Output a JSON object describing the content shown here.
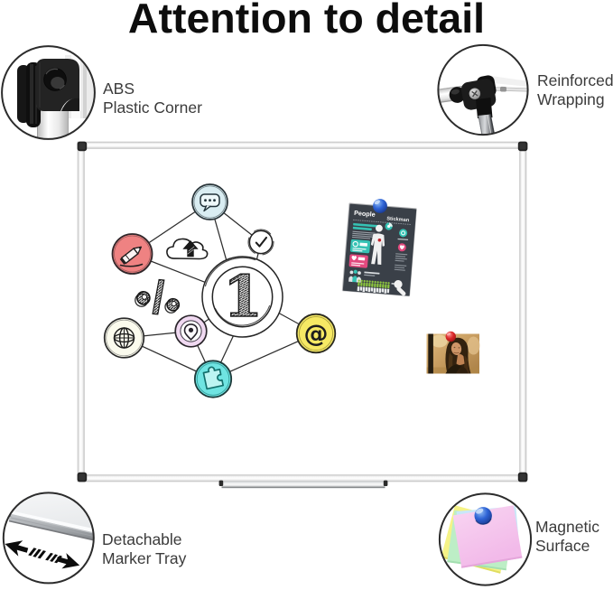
{
  "page": {
    "title": "Attention to detail",
    "background_color": "#ffffff",
    "title_color": "#0d0d0d",
    "label_color": "#3b3b3b"
  },
  "callouts": [
    {
      "id": "abs-plastic-corner",
      "position": "top-left",
      "line1": "ABS",
      "line2": "Plastic Corner",
      "icon": "abs-corner-macro-photo-circle"
    },
    {
      "id": "reinforced-wrapping",
      "position": "top-right",
      "line1": "Reinforced",
      "line2": "Wrapping",
      "icon": "reinforced-corner-macro-photo-circle"
    },
    {
      "id": "detachable-marker-tray",
      "position": "bottom-left",
      "line1": "Detachable",
      "line2": "Marker Tray",
      "icon": "marker-tray-macro-photo-circle"
    },
    {
      "id": "magnetic-surface",
      "position": "bottom-right",
      "line1": "Magnetic",
      "line2": "Surface",
      "icon": "sticky-notes-magnet-photo-circle"
    }
  ],
  "whiteboard": {
    "frame_color": "#e6e6e6",
    "corner_block_color": "#262626",
    "surface_color": "#ffffff",
    "marker_tray": {
      "present": true
    },
    "doodle": {
      "at_char": "@",
      "one_char": "1",
      "node_colors": {
        "speech_bubble": "#d9edf2",
        "pencil": "#ef8282",
        "check": "#ffffff",
        "one": "#ffffff",
        "globe": "#fbfbee",
        "pin": "#f0d9f1",
        "puzzle": "#6fe4e2",
        "at": "#f6e964"
      },
      "icons": [
        "speech-bubble-icon",
        "pencil-icon",
        "cloud-upload-icon",
        "check-icon",
        "number-one",
        "percent-doodle",
        "globe-icon",
        "location-pin-icon",
        "puzzle-icon",
        "at-sign-icon"
      ]
    },
    "poster": {
      "title_left": "People",
      "title_right": "Stickman",
      "bg_color": "#3a4048",
      "teal": "#35c2b4",
      "pink": "#e2497e",
      "green": "#8dc63f",
      "magnet_color": "blue"
    },
    "photo": {
      "subject": "woman with long hair",
      "magnet_color": "red"
    }
  },
  "sticky_notes": {
    "pink": "#f5c3ec",
    "yellow": "#f5f387",
    "mint": "#bdeec6",
    "blue": "#c9e7f8",
    "magnet_blue": "#2e63d6"
  }
}
